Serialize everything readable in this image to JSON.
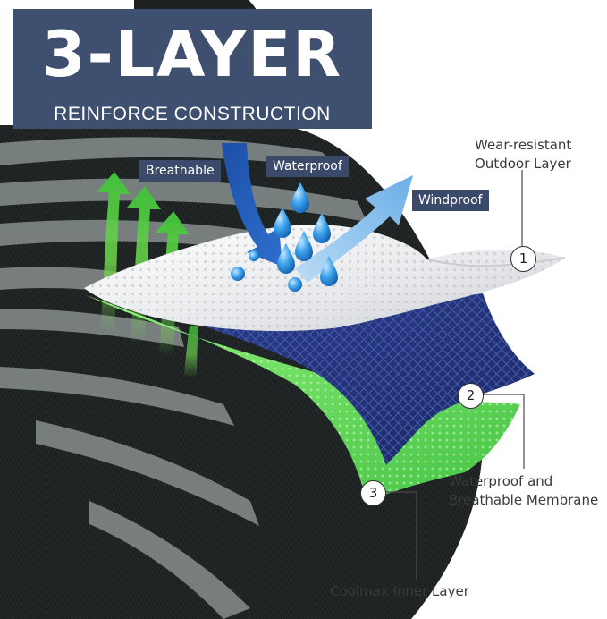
{
  "banner": {
    "title": "3-LAYER",
    "subtitle": "REINFORCE CONSTRUCTION",
    "background": "#3f4f6f"
  },
  "tags": {
    "breathable": "Breathable",
    "waterproof": "Waterproof",
    "windproof": "Windproof"
  },
  "layers": [
    {
      "number": "1",
      "label_line1": "Wear-resistant",
      "label_line2": "Outdoor Layer",
      "color": "#e9eaec"
    },
    {
      "number": "2",
      "label_line1": "Waterproof and",
      "label_line2": "Breathable Membrane",
      "color": "#24357a"
    },
    {
      "number": "3",
      "label_line1": "Coolmax Inner Layer",
      "color": "#5cd65a"
    }
  ],
  "icons": {
    "air_flow": "air-flow-arrow-icon",
    "water_drop": "water-drop-icon",
    "water_arrow": "water-arrow-icon",
    "wind_arrow": "wind-arrow-icon"
  },
  "colors": {
    "knit_dark": "#1c2020",
    "knit_stripe": "#7d8484",
    "arrow_green": "#6fd84c",
    "arrow_water": "#1d4fa6",
    "arrow_wind": "#8fc3ec",
    "drop": "#3aa0ea"
  }
}
